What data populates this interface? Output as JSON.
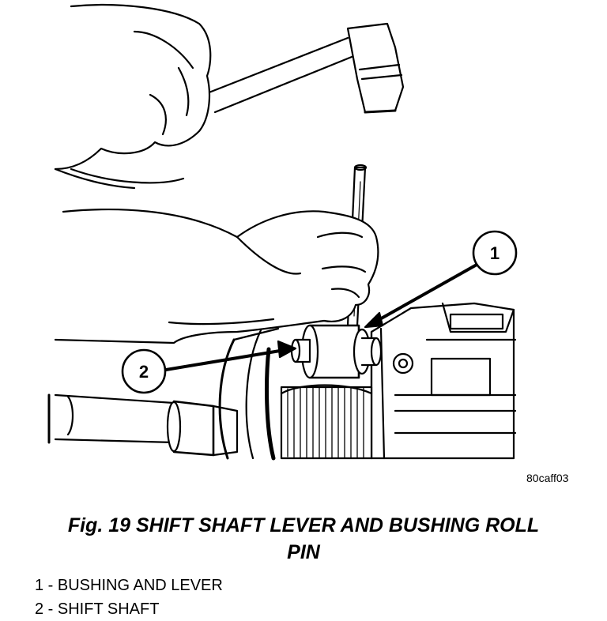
{
  "figure": {
    "code": "80caff03",
    "caption_line1": "Fig. 19 SHIFT SHAFT LEVER AND BUSHING ROLL",
    "caption_line2": "PIN"
  },
  "callouts": [
    {
      "number": "1"
    },
    {
      "number": "2"
    }
  ],
  "legend": [
    "1 - BUSHING AND LEVER",
    "2 - SHIFT SHAFT"
  ]
}
